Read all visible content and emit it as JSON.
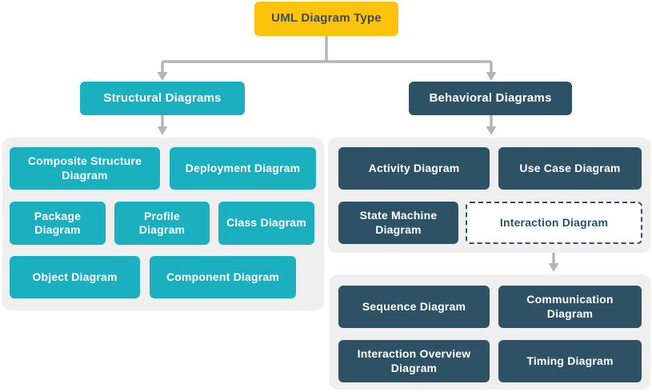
{
  "root": {
    "label": "UML Diagram Type"
  },
  "branches": {
    "structural": {
      "label": "Structural Diagrams"
    },
    "behavioral": {
      "label": "Behavioral Diagrams"
    }
  },
  "structural_items": [
    {
      "label": "Composite Structure Diagram"
    },
    {
      "label": "Deployment Diagram"
    },
    {
      "label": "Package Diagram"
    },
    {
      "label": "Profile Diagram"
    },
    {
      "label": "Class Diagram"
    },
    {
      "label": "Object Diagram"
    },
    {
      "label": "Component Diagram"
    }
  ],
  "behavioral_items": [
    {
      "label": "Activity Diagram"
    },
    {
      "label": "Use Case Diagram"
    },
    {
      "label": "State Machine Diagram"
    },
    {
      "label": "Interaction Diagram",
      "style": "dashed-outline"
    }
  ],
  "interaction_items": [
    {
      "label": "Sequence Diagram"
    },
    {
      "label": "Communication Diagram"
    },
    {
      "label": "Interaction Overview Diagram"
    },
    {
      "label": "Timing Diagram"
    }
  ],
  "colors": {
    "root_fill": "#FCC30C",
    "root_text": "#414A54",
    "structural_fill": "#1AB0C0",
    "behavioral_fill": "#2D5266",
    "group_background": "#EFEFEF",
    "connector": "#B5B5B5",
    "node_text": "#FFFFFF"
  }
}
